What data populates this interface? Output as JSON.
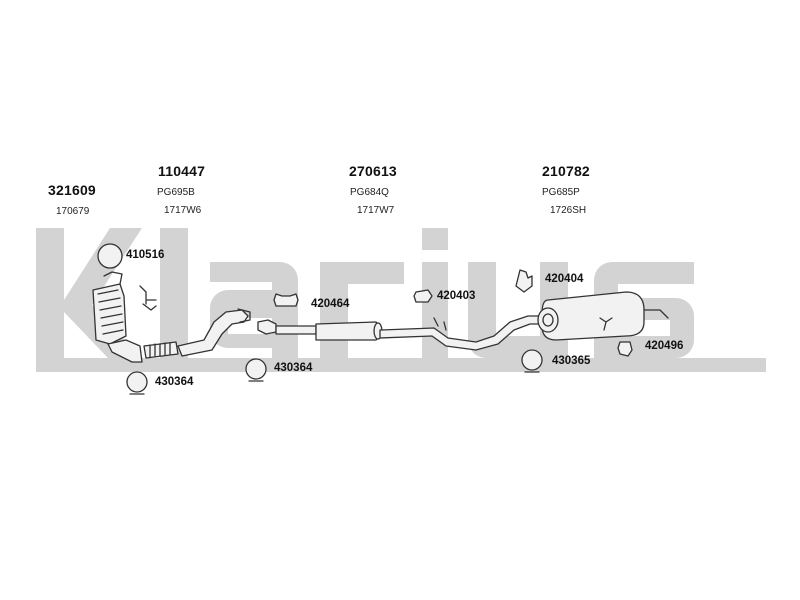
{
  "watermark": {
    "brand": "klarius",
    "color": "#d3d3d3"
  },
  "colors": {
    "line": "#333333",
    "fill": "#f2f2f2"
  },
  "assemblies": [
    {
      "id": "cat",
      "number": "321609",
      "codes": [
        "170679"
      ]
    },
    {
      "id": "front-pipe",
      "number": "110447",
      "codes": [
        "PG695B",
        "1717W6"
      ]
    },
    {
      "id": "middle-silencer",
      "number": "270613",
      "codes": [
        "PG684Q",
        "1717W7"
      ]
    },
    {
      "id": "rear-silencer",
      "number": "210782",
      "codes": [
        "PG685P",
        "1726SH"
      ]
    }
  ],
  "accessories": [
    {
      "number": "410516",
      "kind": "gasket"
    },
    {
      "number": "430364",
      "kind": "clamp"
    },
    {
      "number": "430364",
      "kind": "clamp"
    },
    {
      "number": "420464",
      "kind": "mounting"
    },
    {
      "number": "420403",
      "kind": "rubber-mount"
    },
    {
      "number": "420404",
      "kind": "rubber-mount"
    },
    {
      "number": "430365",
      "kind": "clamp"
    },
    {
      "number": "420496",
      "kind": "rubber-mount"
    }
  ]
}
